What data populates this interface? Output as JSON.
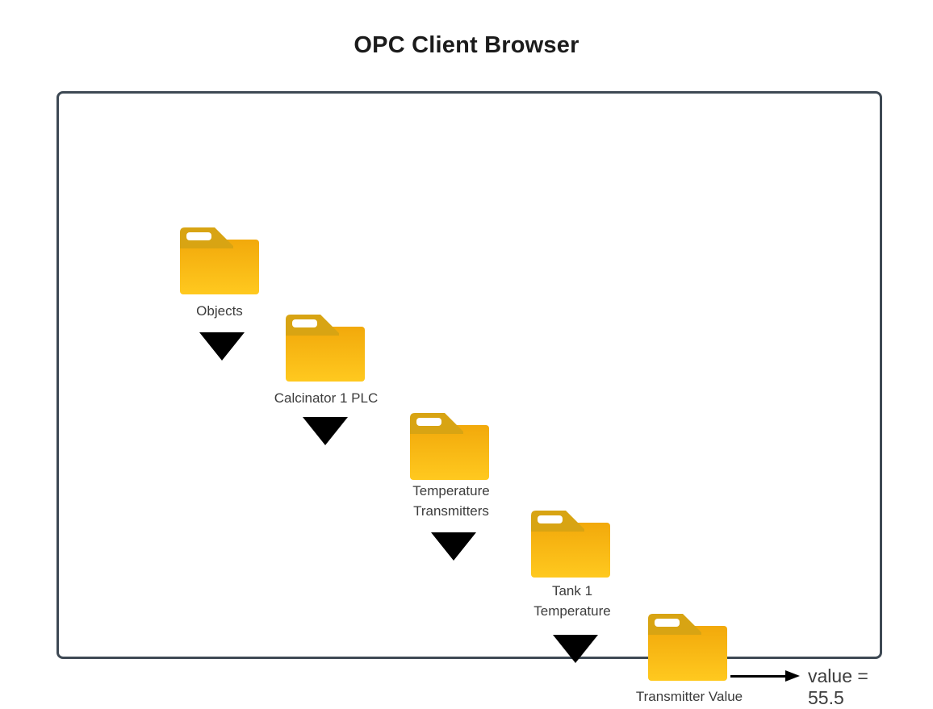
{
  "title": "OPC Client Browser",
  "tree": {
    "nodes": [
      {
        "label": "Objects"
      },
      {
        "label": "Calcinator 1 PLC"
      },
      {
        "label": "Temperature\nTransmitters"
      },
      {
        "label": "Tank 1\nTemperature"
      },
      {
        "label": "Transmitter Value"
      }
    ],
    "value_label": "value = 55.5"
  },
  "icons": {
    "folder": "folder-icon",
    "expand": "expand-arrow-icon",
    "value_pointer": "right-arrow-icon"
  },
  "colors": {
    "folder_tab": "#D8A413",
    "folder_body_top": "#F2A90B",
    "folder_body_bottom": "#FFC91F",
    "frame_border": "#3E4954",
    "arrow": "#000000",
    "label_text": "#3c3c3c",
    "title_text": "#1b1b1b"
  }
}
